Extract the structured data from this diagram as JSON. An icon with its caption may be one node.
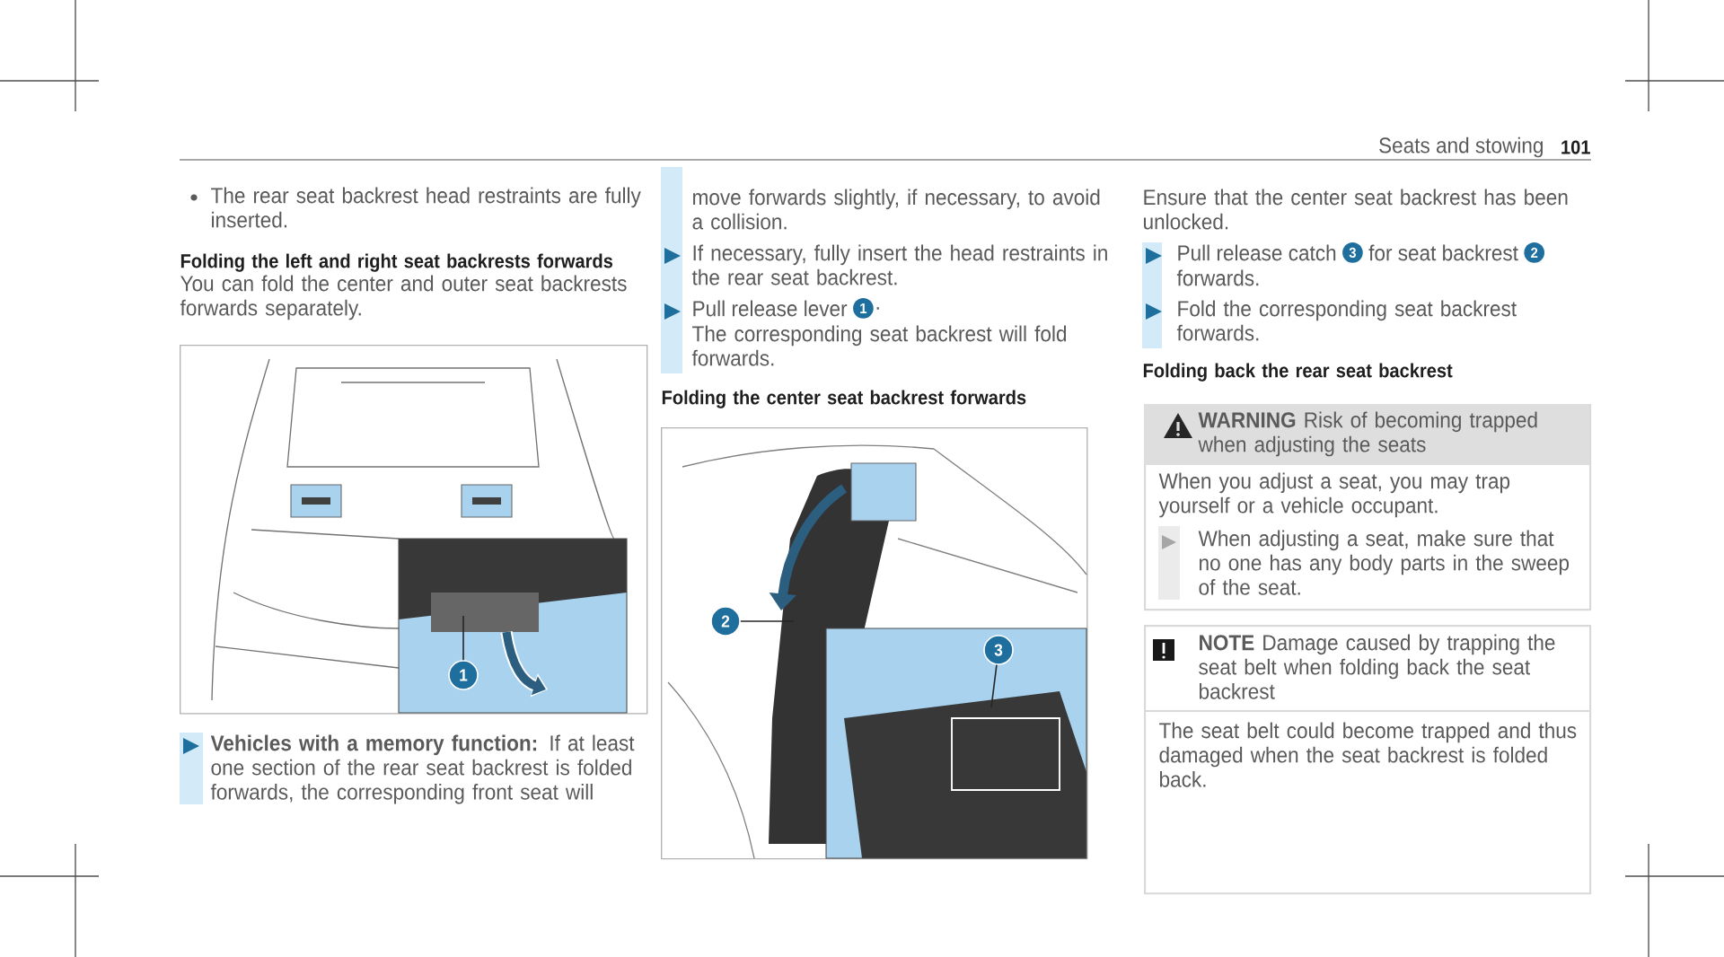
{
  "diagram": {
    "nodes": [
      {
        "text": [],
        "shape": "picture"
      },
      {
        "text": [
          "1"
        ],
        "in": 0
      },
      {
        "text": [],
        "shape": "picture"
      },
      {
        "text": [
          "2"
        ],
        "in": 2
      },
      {
        "text": [
          "3"
        ],
        "in": 2
      },
      {
        "text": [
          "**WARNING** Risk of becoming trapped when adjusting the seats",
          "When you adjust a seat, you may trap yourself or a vehicle occupant.",
          "When adjusting a seat, make sure that no one has any body parts in the sweep of the seat."
        ]
      },
      {
        "text": [
          "**NOTE** Damage caused by trapping the seat belt when folding back the seat backrest",
          "The seat belt could become trapped and thus damaged when the seat backrest is folded back."
        ]
      }
    ],
    "edges": [
      {
        "from": 1,
        "to": null,
        "arrow": "none"
      },
      {
        "from": 3,
        "to": null,
        "arrow": "none"
      },
      {
        "from": 4,
        "to": null,
        "arrow": "none"
      }
    ],
    "labels": [
      "Seats and stowing",
      "101",
      "The rear seat backrest head restraints are fully inserted.",
      "Folding the left and right seat backrests forwards",
      "You can fold the center and outer seat backrests forwards separately.",
      "**Vehicles with a memory function:** If at least one section of the rear seat backrest is folded forwards, the corresponding front seat will",
      "move forwards slightly, if necessary, to avoid a collision.",
      "If necessary, fully insert the head restraints in the rear seat backrest.",
      "Pull release lever",
      "1",
      ".",
      "The corresponding seat backrest will fold forwards.",
      "Folding the center seat backrest forwards",
      "Ensure that the center seat backrest has been unlocked.",
      "Pull release catch",
      "3",
      "for seat backrest",
      "2",
      "forwards.",
      "Fold the corresponding seat backrest forwards.",
      "Folding back the rear seat backrest"
    ]
  }
}
